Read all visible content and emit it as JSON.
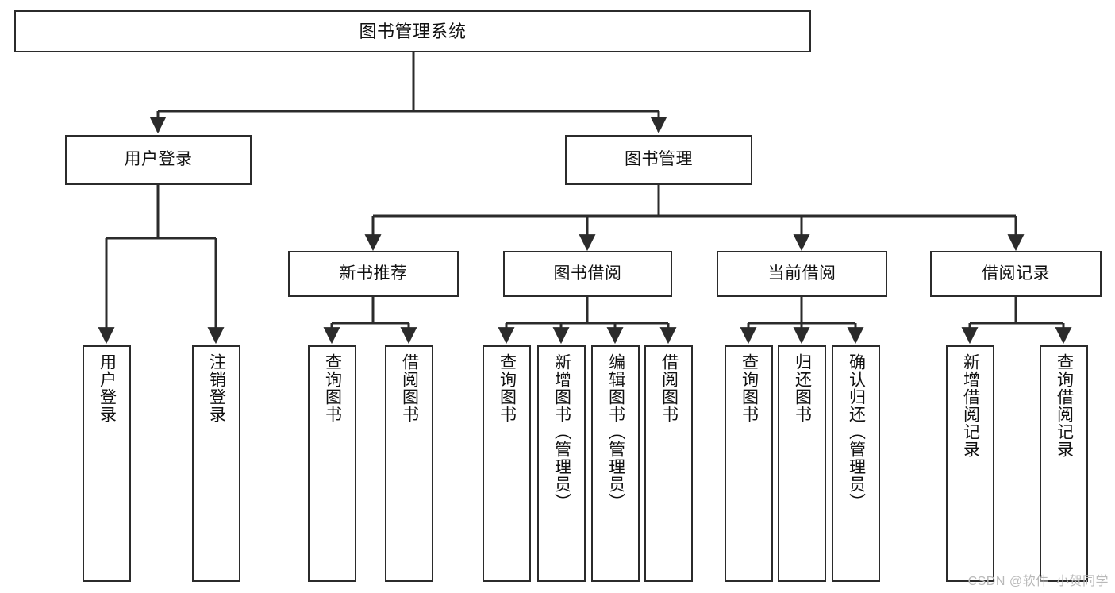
{
  "diagram": {
    "title": "图书管理系统",
    "type": "tree",
    "root": {
      "id": "root",
      "label": "图书管理系统"
    },
    "level2": [
      {
        "id": "user-login",
        "label": "用户登录"
      },
      {
        "id": "book-manage",
        "label": "图书管理"
      }
    ],
    "level3": [
      {
        "id": "new-book-rec",
        "label": "新书推荐",
        "parent": "book-manage"
      },
      {
        "id": "book-borrow",
        "label": "图书借阅",
        "parent": "book-manage"
      },
      {
        "id": "current-borrow",
        "label": "当前借阅",
        "parent": "book-manage"
      },
      {
        "id": "borrow-record",
        "label": "借阅记录",
        "parent": "book-manage"
      }
    ],
    "leaves": [
      {
        "id": "leaf-user-login",
        "label": "用户登录",
        "parent": "user-login"
      },
      {
        "id": "leaf-logout",
        "label": "注销登录",
        "parent": "user-login"
      },
      {
        "id": "leaf-query-book-1",
        "label": "查询图书",
        "parent": "new-book-rec"
      },
      {
        "id": "leaf-borrow-book-1",
        "label": "借阅图书",
        "parent": "new-book-rec"
      },
      {
        "id": "leaf-query-book-2",
        "label": "查询图书",
        "parent": "book-borrow"
      },
      {
        "id": "leaf-add-book",
        "label": "新增图书（管理员）",
        "parent": "book-borrow"
      },
      {
        "id": "leaf-edit-book",
        "label": "编辑图书（管理员）",
        "parent": "book-borrow"
      },
      {
        "id": "leaf-borrow-book-2",
        "label": "借阅图书",
        "parent": "book-borrow"
      },
      {
        "id": "leaf-query-book-3",
        "label": "查询图书",
        "parent": "current-borrow"
      },
      {
        "id": "leaf-return-book",
        "label": "归还图书",
        "parent": "current-borrow"
      },
      {
        "id": "leaf-confirm-return",
        "label": "确认归还（管理员）",
        "parent": "current-borrow"
      },
      {
        "id": "leaf-add-record",
        "label": "新增借阅记录",
        "parent": "borrow-record"
      },
      {
        "id": "leaf-query-record",
        "label": "查询借阅记录",
        "parent": "borrow-record"
      }
    ]
  },
  "watermark": {
    "text": "CSDN @软件_小贺同学"
  },
  "colors": {
    "stroke": "#2b2b2b",
    "background": "#ffffff",
    "text": "#111111",
    "watermark": "#b9b9b9"
  }
}
